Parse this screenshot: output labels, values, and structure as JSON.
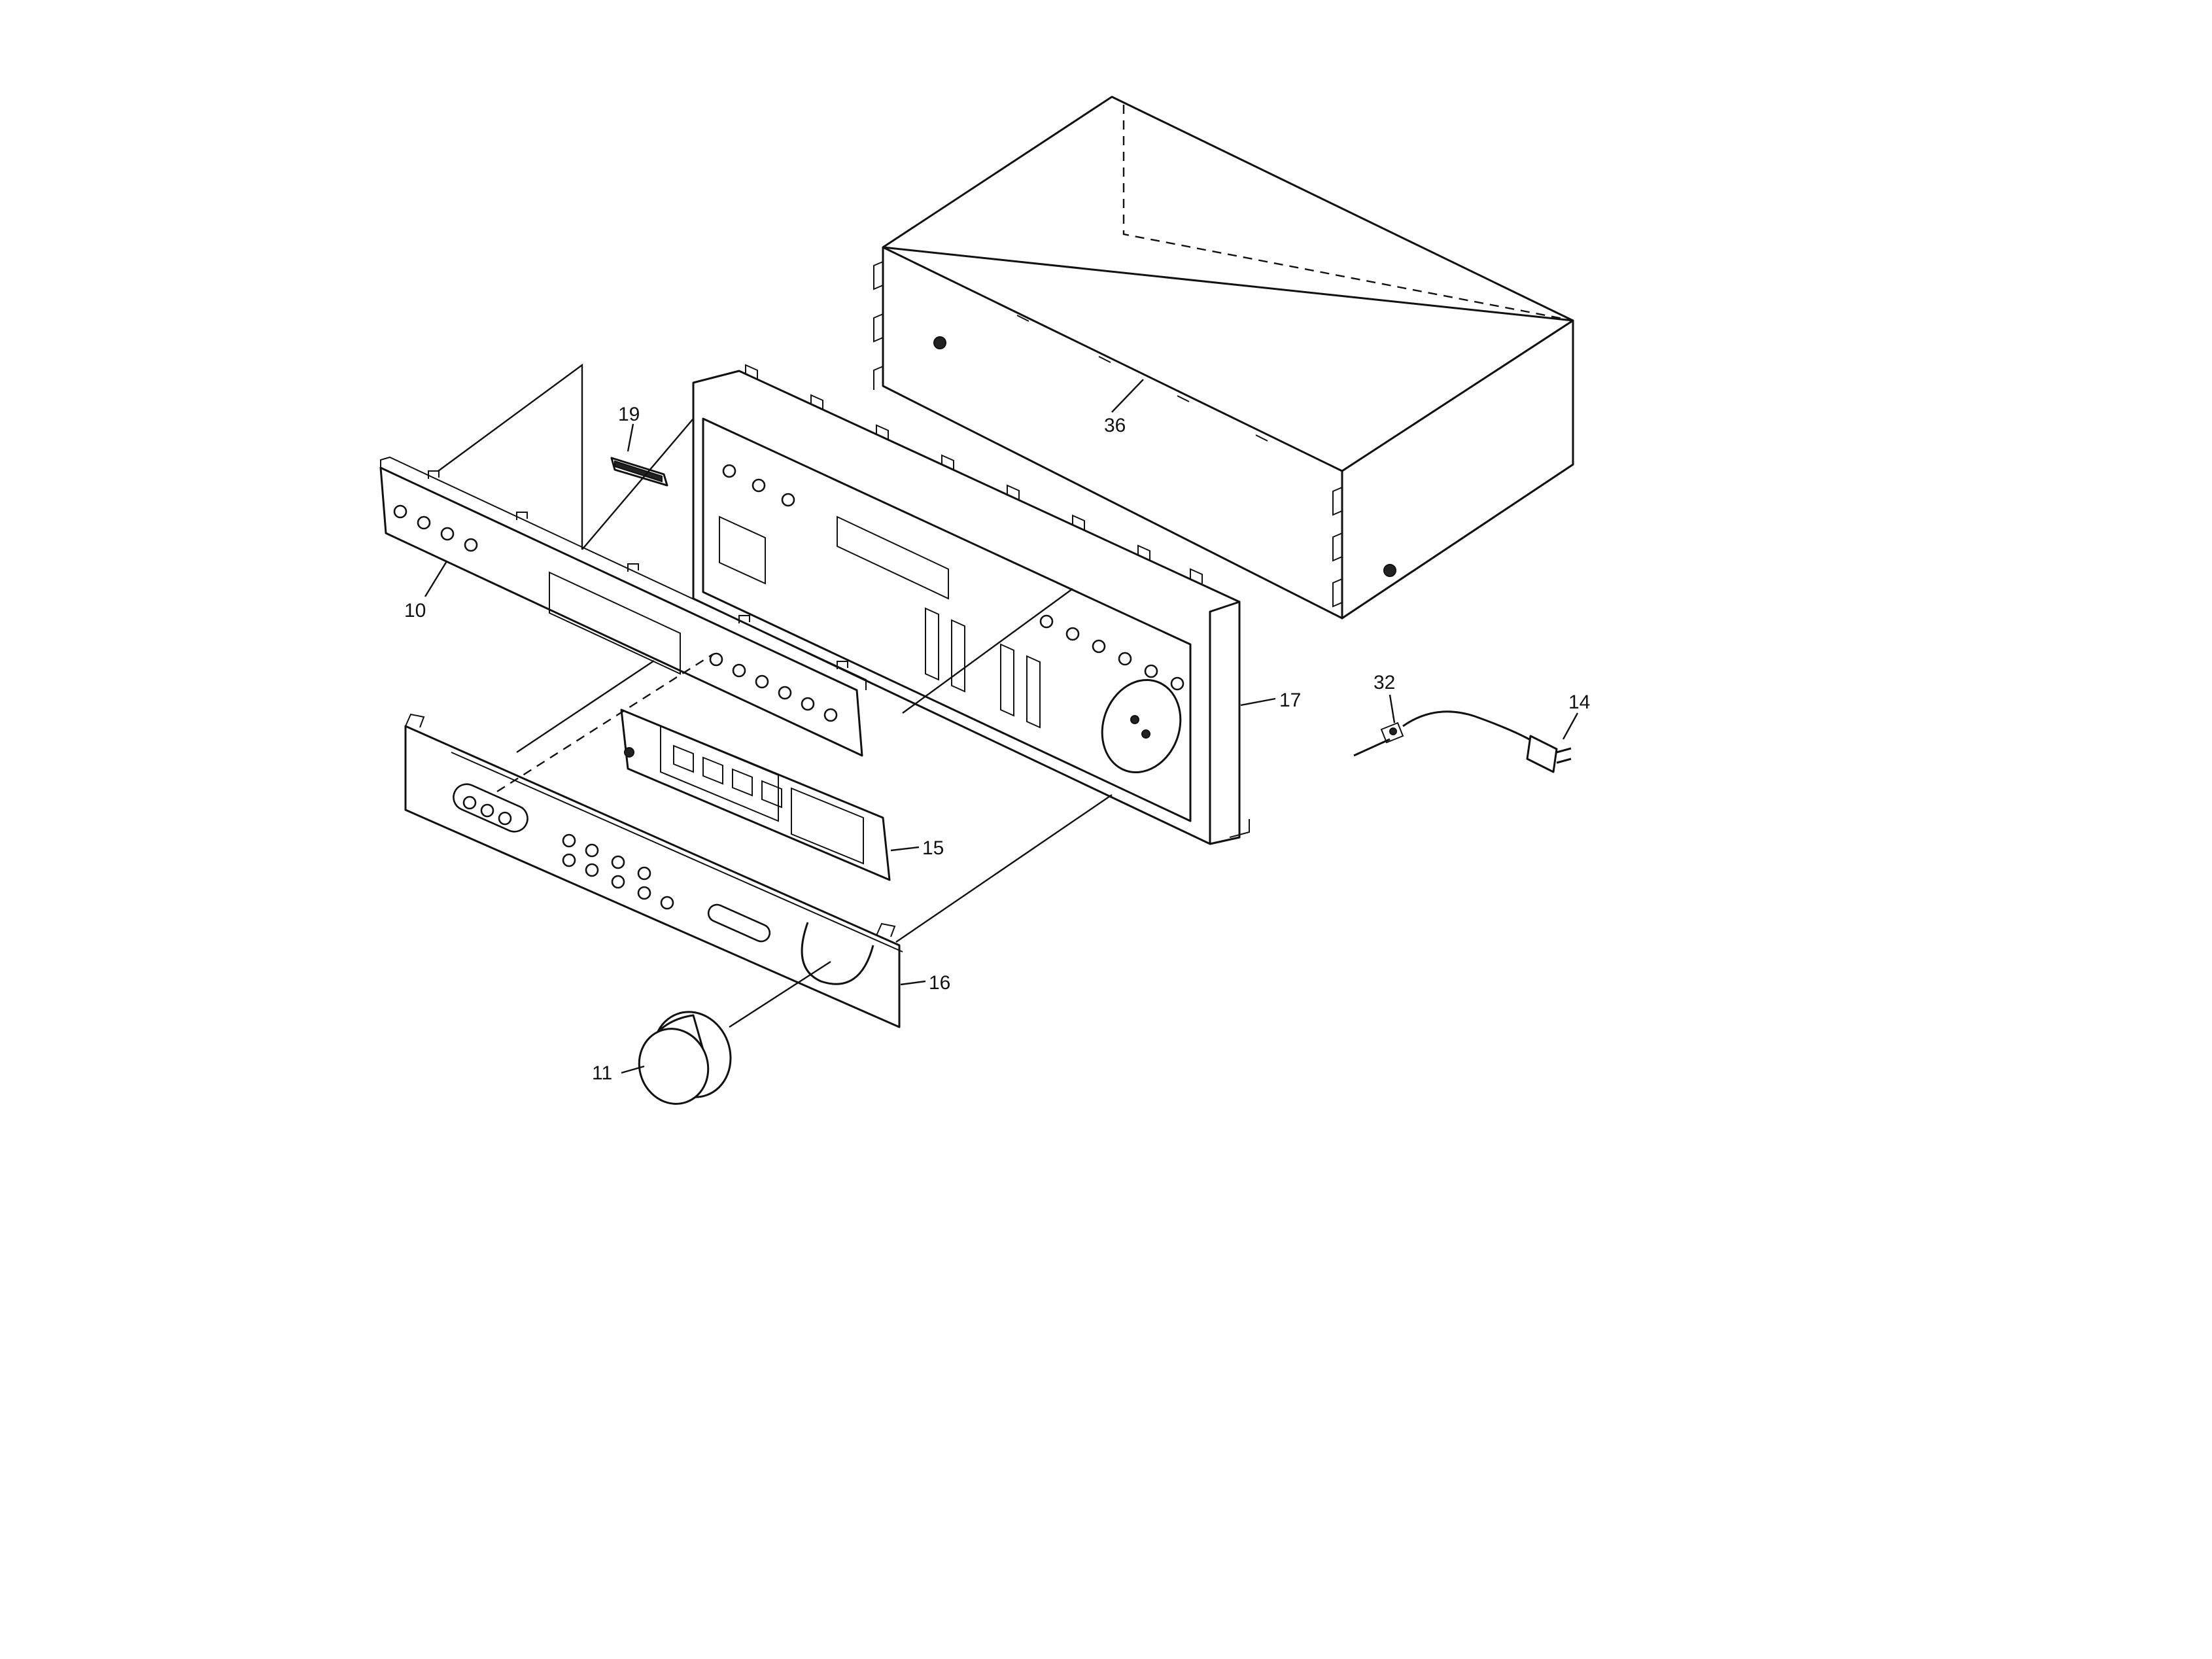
{
  "callouts": {
    "c10": "10",
    "c11": "11",
    "c14": "14",
    "c15": "15",
    "c16": "16",
    "c17": "17",
    "c19": "19",
    "c32": "32",
    "c36": "36"
  }
}
